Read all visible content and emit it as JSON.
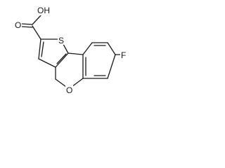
{
  "labels": {
    "hydroxyl": "OH",
    "carbonyl_oxygen": "O",
    "sulfur": "S",
    "ring_oxygen": "O",
    "fluorine": "F"
  }
}
